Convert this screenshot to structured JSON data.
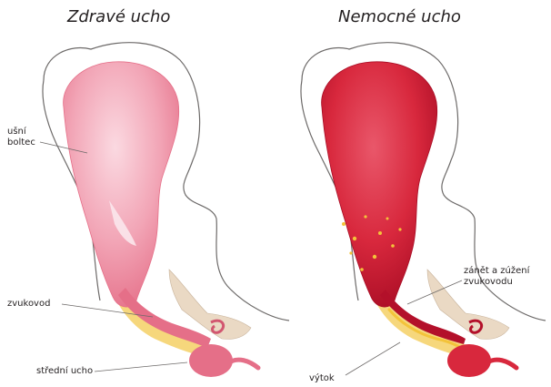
{
  "panels": {
    "healthy": {
      "title": "Zdravé ucho"
    },
    "sick": {
      "title": "Nemocné ucho"
    }
  },
  "labels": {
    "auricle_line1": "ušní",
    "auricle_line2": "boltec",
    "ear_canal": "zvukovod",
    "middle_ear": "střední ucho",
    "inflammation_line1": "zánět a zúžení",
    "inflammation_line2": "zvukovodu",
    "discharge": "výtok"
  },
  "colors": {
    "outline": "#6d6a69",
    "healthy_tissue": "#f2a5b6",
    "healthy_deep": "#e56f88",
    "sick_tissue": "#d8283d",
    "sick_deep": "#b3102a",
    "fat": "#f6d77c",
    "bone": "#ead9c4",
    "pus": "#f3c33a"
  }
}
